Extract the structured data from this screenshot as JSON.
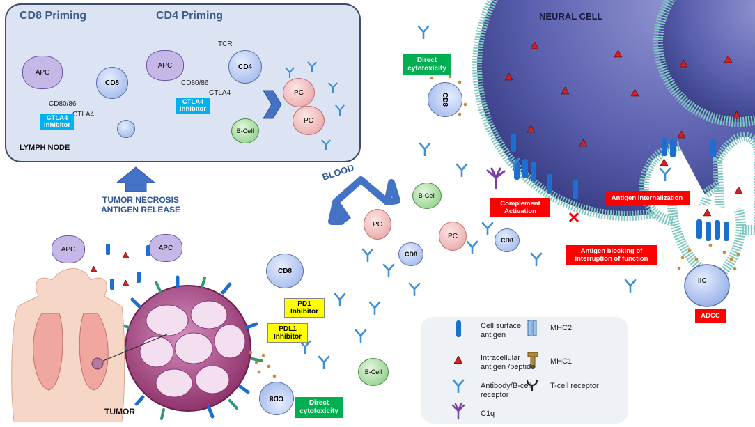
{
  "lymph_node": {
    "cd8_priming": "CD8 Priming",
    "cd4_priming": "CD4 Priming",
    "label": "LYMPH NODE",
    "cd80_86_a": "CD80/86",
    "ctla4_a": "CTLA4",
    "ctla4_inhibitor_a": "CTLA4 Inhibitor",
    "tcr": "TCR",
    "cd80_86_b": "CD80/86",
    "ctla4_b": "CTLA4",
    "ctla4_inhibitor_b": "CTLA4 Inhibitor"
  },
  "cells": {
    "apc": "APC",
    "cd8": "CD8",
    "cd4": "CD4",
    "pc": "PC",
    "bcell": "B-Cell",
    "iic": "IIC"
  },
  "center": {
    "tumor_necrosis": "TUMOR NECROSIS ANTIGEN RELEASE",
    "blood": "BLOOD",
    "tumor": "TUMOR"
  },
  "tumor_area": {
    "pd1": "PD1 Inhibitor",
    "pdl1": "PDL1 Inhibitor",
    "direct_cytotoxicity": "Direct cytotoxicity"
  },
  "neural": {
    "title": "NEURAL CELL",
    "direct_cytotoxicity": "Direct cytotoxicity",
    "complement": "Complement Activation",
    "internalization": "Antigen Internalization",
    "blocking": "Antigen blocking of interruption of function",
    "adcc": "ADCC"
  },
  "legend": {
    "cell_surface": "Cell surface antigen",
    "intracellular": "Intracellular antigen /peptide",
    "antibody": "Antibody/B-cell receptor",
    "c1q": "C1q",
    "mhc2": "MHC2",
    "mhc1": "MHC1",
    "tcr": "T-cell receptor"
  },
  "colors": {
    "neural": "#4a4f9e",
    "tumor": "#a0407a",
    "apc": "#c6b8e6",
    "cd8": "#b7c9ee",
    "bcell": "#a6dca0",
    "pc": "#f2b8b8",
    "antibody": "#3b8fd6",
    "antigen": "#1a6fd1",
    "red_box": "#ff0000",
    "green_box": "#00b050",
    "yellow_box": "#ffff00"
  }
}
